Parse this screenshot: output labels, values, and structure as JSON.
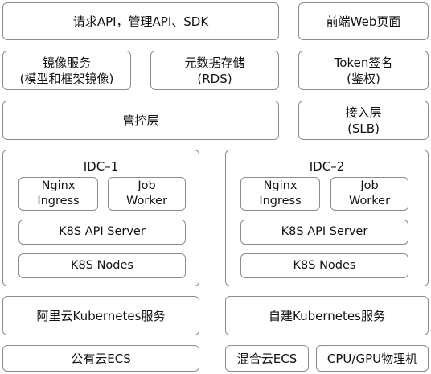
{
  "top": {
    "api_box": "请求API，管理API、SDK",
    "web_box": "前端Web页面"
  },
  "row2": {
    "mirror_line1": "镜像服务",
    "mirror_line2": "(模型和框架镜像)",
    "rds_line1": "元数据存储",
    "rds_line2": "(RDS)",
    "token_line1": "Token签名",
    "token_line2": "(鉴权)"
  },
  "row3": {
    "control": "管控层",
    "access_line1": "接入层",
    "access_line2": "(SLB)"
  },
  "idc1": {
    "title": "IDC–1",
    "nginx_line1": "Nginx",
    "nginx_line2": "Ingress",
    "job_line1": "Job",
    "job_line2": "Worker",
    "api_server": "K8S API Server",
    "nodes": "K8S Nodes"
  },
  "idc2": {
    "title": "IDC–2",
    "nginx_line1": "Nginx",
    "nginx_line2": "Ingress",
    "job_line1": "Job",
    "job_line2": "Worker",
    "api_server": "K8S API Server",
    "nodes": "K8S Nodes"
  },
  "k8s_services": {
    "aliyun": "阿里云Kubernetes服务",
    "selfbuilt": "自建Kubernetes服务"
  },
  "bottom": {
    "public": "公有云ECS",
    "hybrid": "混合云ECS",
    "physical": "CPU/GPU物理机"
  }
}
